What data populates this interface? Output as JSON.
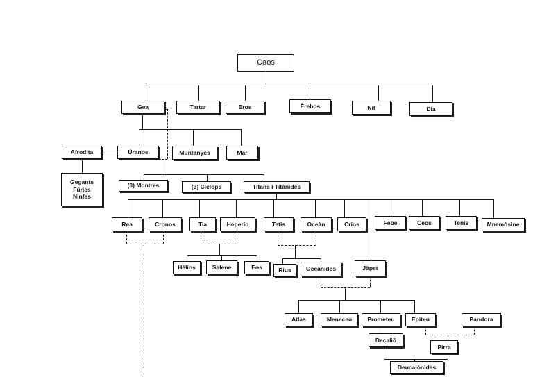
{
  "diagram": {
    "root": "Caos",
    "gen1": {
      "gea": "Gea",
      "tartar": "Tartar",
      "eros": "Eros",
      "erebos": "Èrebos",
      "nit": "Nit",
      "dia": "Dia"
    },
    "gea_children": {
      "uranos": "Úranos",
      "muntanyes": "Muntanyes",
      "mar": "Mar"
    },
    "afrodita": "Afrodita",
    "gegants_group": [
      "Gegants",
      "Fúries",
      "Ninfes"
    ],
    "uranos_children": {
      "montres": "(3) Montres",
      "ciclops": "(3) Cíclops",
      "titans": "Titans i Titànides"
    },
    "titans": {
      "rea": "Rea",
      "cronos": "Cronos",
      "tia": "Tia",
      "hiperio": "Heperío",
      "tetis": "Tetis",
      "ocean": "Oceàn",
      "crios": "Crios",
      "febe": "Febe",
      "ceos": "Ceos",
      "tenis": "Tenis",
      "mnemosine": "Mnemòsine"
    },
    "tia_children": {
      "helios": "Hèlios",
      "selene": "Selene",
      "eos": "Eos"
    },
    "tetis_children": {
      "rius": "Rius",
      "oceanides": "Oceànides"
    },
    "japet": "Jàpet",
    "japet_children": {
      "atlas": "Atlas",
      "meneceu": "Meneceu",
      "prometeu": "Prometeu",
      "epimeteu": "Epiteu"
    },
    "pandora": "Pandora",
    "decalio": "Decalió",
    "pirra": "Pirra",
    "deucalionides": "Deucalònides"
  }
}
